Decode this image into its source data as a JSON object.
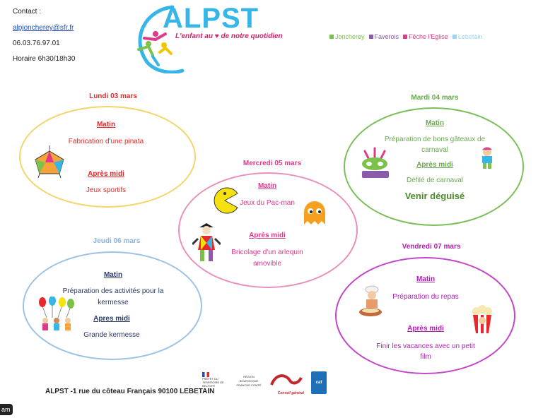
{
  "contact": {
    "label": "Contact :",
    "email": "alpjoncherey@sfr.fr",
    "phone": "06.03.76.97.01",
    "hours": "Horaire 6h30/18h30"
  },
  "logo": {
    "title": "ALPST",
    "tagline_part1": "L'enfant au",
    "tagline_part2": "de notre quotidien"
  },
  "legend": [
    {
      "label": "Joncherey",
      "color": "#7cc24a"
    },
    {
      "label": "Faverois",
      "color": "#8b5aa8"
    },
    {
      "label": "Fêche l'Eglise",
      "color": "#e0398a"
    },
    {
      "label": "Lebetain",
      "color": "#9fd3ef"
    }
  ],
  "days": {
    "monday": {
      "title": "Lundi 03 mars",
      "color": "#e8282a",
      "border": "#f3d56a",
      "morning_label": "Matin",
      "morning": "Fabrication d'une pinata",
      "afternoon_label": "Après midi",
      "afternoon": "Jeux sportifs"
    },
    "tuesday": {
      "title": "Mardi 04 mars",
      "color": "#6aa84f",
      "border": "#7bbf5a",
      "morning_label": "Matin",
      "morning_l1": "Préparation de bons gâteaux de",
      "morning_l2": "carnaval",
      "afternoon_label": "Après midi",
      "afternoon": "Défilé de carnaval",
      "note": "Venir déguisé"
    },
    "wednesday": {
      "title": "Mercredi 05 mars",
      "color": "#e0398a",
      "border": "#e890bb",
      "morning_label": "Matin",
      "morning": "Jeux du Pac-man",
      "afternoon_label": "Après midi",
      "afternoon_l1": "Bricolage d'un arlequin",
      "afternoon_l2": "amovible"
    },
    "thursday": {
      "title": "Jeudi 06 mars",
      "color": "#8ab4d8",
      "text_color": "#2b3a67",
      "border": "#9cc3e4",
      "morning_label": "Matin",
      "morning_l1": "Préparation des activités pour la",
      "morning_l2": "kermesse",
      "afternoon_label": "Apres midi",
      "afternoon": "Grande kermesse"
    },
    "friday": {
      "title": "Vendredi 07 mars",
      "color": "#b41cb4",
      "border": "#c346c8",
      "morning_label": "Matin",
      "morning": "Préparation du repas",
      "afternoon_label": "Après midi",
      "afternoon_l1": "Finir les vacances avec un petit",
      "afternoon_l2": "film"
    }
  },
  "footer": {
    "address": "ALPST -1 rue du côteau Français 90100 LEBETAIN",
    "partner1": "PRÉFET DU TERRITOIRE DE BELFORT",
    "partner2": "RÉGION BOURGOGNE FRANCHE COMTÉ",
    "partner3": "Conseil général",
    "partner4": "caf"
  },
  "corner_label": "am"
}
